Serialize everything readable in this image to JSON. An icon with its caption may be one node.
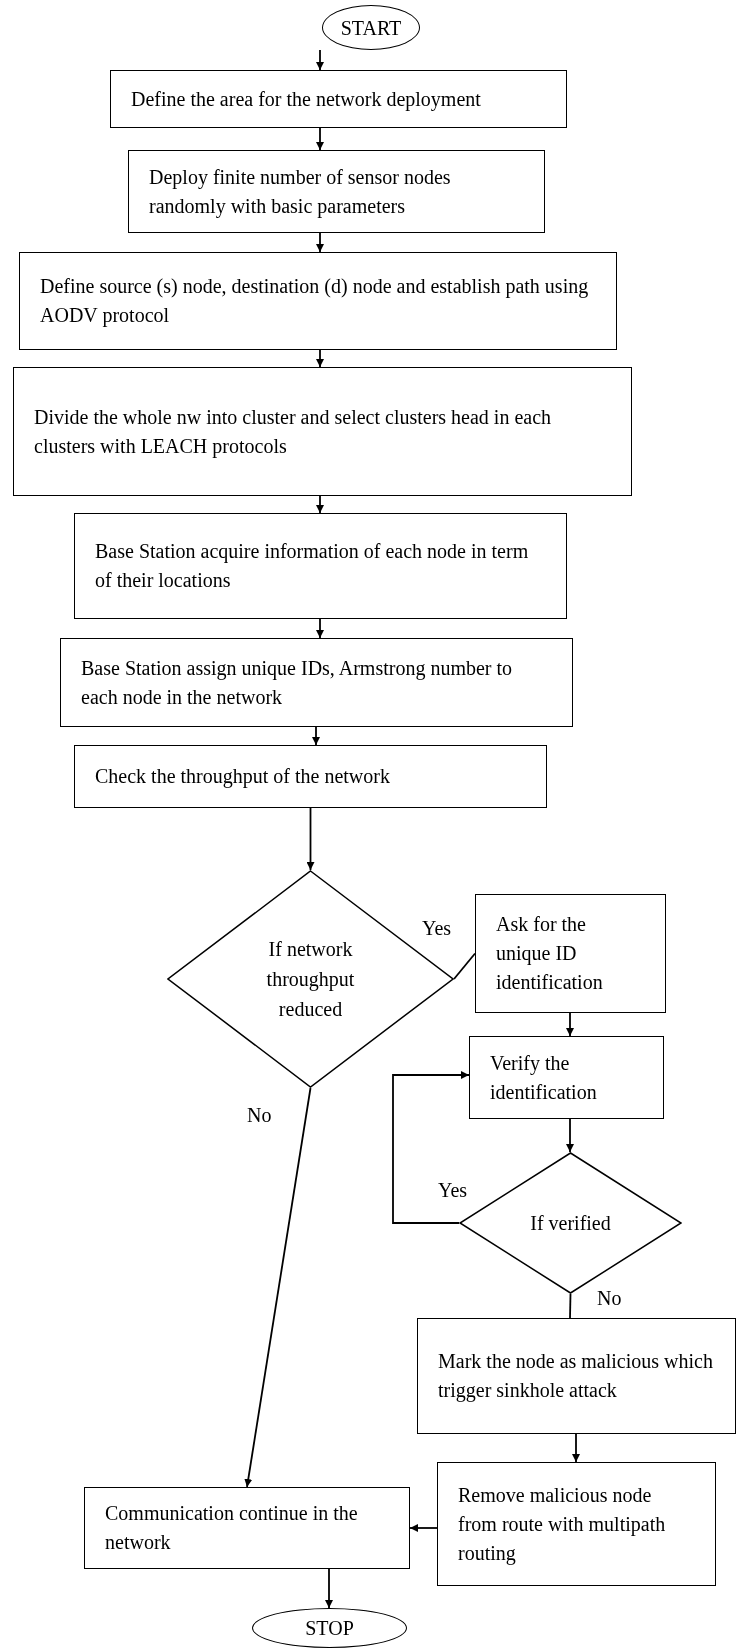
{
  "diagram": {
    "nodes": [
      {
        "text": [
          "START"
        ]
      },
      {
        "text": [
          "Define the area for the network deployment"
        ]
      },
      {
        "text": [
          "Deploy finite number of sensor nodes randomly with basic parameters"
        ]
      },
      {
        "text": [
          "Define source (s) node, destination (d) node and establish path using AODV protocol"
        ]
      },
      {
        "text": [
          "Divide the whole nw into cluster and select clusters head in each clusters with LEACH protocols"
        ]
      },
      {
        "text": [
          "Base Station acquire information of each node in term of their locations"
        ]
      },
      {
        "text": [
          "Base Station assign unique IDs, Armstrong number to each node in the network"
        ]
      },
      {
        "text": [
          "Check the throughput of the network"
        ]
      },
      {
        "text": [
          "If network throughput reduced"
        ]
      },
      {
        "text": [
          "Ask for the unique ID identification"
        ]
      },
      {
        "text": [
          "Verify the identification"
        ]
      },
      {
        "text": [
          "If verified"
        ]
      },
      {
        "text": [
          "Mark the node as malicious which trigger sinkhole attack"
        ]
      },
      {
        "text": [
          "Remove malicious node from route with multipath routing"
        ]
      },
      {
        "text": [
          "Communication continue in the network"
        ]
      },
      {
        "text": [
          "STOP"
        ]
      }
    ],
    "edges": [
      {
        "from": 0,
        "to": 1,
        "arrow": "to"
      },
      {
        "from": 1,
        "to": 2,
        "arrow": "to"
      },
      {
        "from": 2,
        "to": 3,
        "arrow": "to"
      },
      {
        "from": 3,
        "to": 4,
        "arrow": "to"
      },
      {
        "from": 4,
        "to": 5,
        "arrow": "to"
      },
      {
        "from": 5,
        "to": 6,
        "arrow": "to"
      },
      {
        "from": 6,
        "to": 7,
        "arrow": "to"
      },
      {
        "from": 7,
        "to": 8,
        "arrow": "to"
      },
      {
        "from": 8,
        "to": 9,
        "arrow": "none",
        "label": "Yes"
      },
      {
        "from": 8,
        "to": 14,
        "arrow": "to",
        "label": "No"
      },
      {
        "from": 9,
        "to": 10,
        "arrow": "to"
      },
      {
        "from": 10,
        "to": 11,
        "arrow": "to"
      },
      {
        "from": 11,
        "to": 10,
        "arrow": "to",
        "label": "Yes"
      },
      {
        "from": 11,
        "to": 12,
        "arrow": "none",
        "label": "No"
      },
      {
        "from": 12,
        "to": 13,
        "arrow": "to"
      },
      {
        "from": 13,
        "to": 14,
        "arrow": "to"
      },
      {
        "from": 14,
        "to": 15,
        "arrow": "to"
      }
    ]
  }
}
